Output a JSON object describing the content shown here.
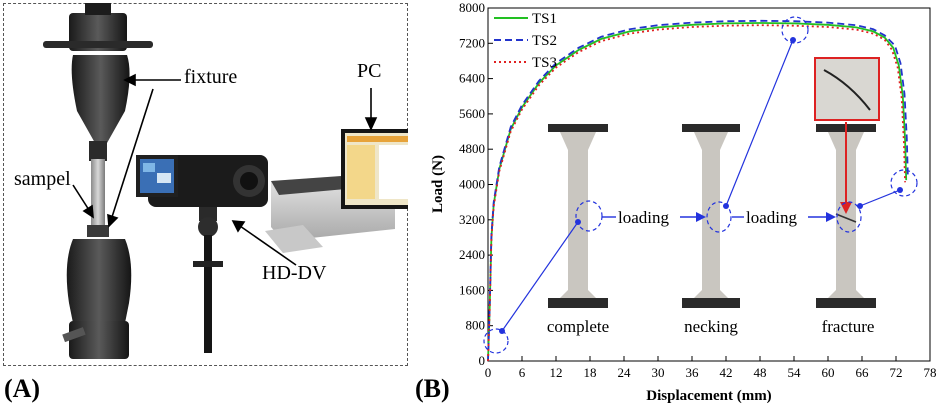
{
  "panel_a": {
    "letter": "(A)",
    "labels": {
      "fixture": "fixture",
      "sample": "sampel",
      "camera": "HD-DV",
      "pc": "PC"
    }
  },
  "panel_b": {
    "letter": "(B)"
  },
  "chart_data": {
    "type": "line",
    "xlabel": "Displacement (mm)",
    "ylabel": "Load (N)",
    "xlim": [
      0,
      78
    ],
    "ylim": [
      0,
      8000
    ],
    "xticks": [
      0,
      6,
      12,
      18,
      24,
      30,
      36,
      42,
      48,
      54,
      60,
      66,
      72,
      78
    ],
    "yticks": [
      0,
      800,
      1600,
      2400,
      3200,
      4000,
      4800,
      5600,
      6400,
      7200,
      8000
    ],
    "legend_position": "top-left",
    "series": [
      {
        "name": "TS1",
        "color": "#22c022",
        "dash": "solid",
        "x": [
          0,
          0.3,
          0.6,
          1,
          2,
          4,
          6,
          9,
          12,
          16,
          20,
          25,
          30,
          36,
          42,
          48,
          54,
          60,
          65,
          68,
          70,
          71.5,
          72.5,
          73.2,
          73.6,
          73.8
        ],
        "y": [
          0,
          1200,
          2800,
          3550,
          4350,
          5250,
          5750,
          6300,
          6700,
          7050,
          7300,
          7470,
          7560,
          7620,
          7650,
          7660,
          7650,
          7620,
          7560,
          7470,
          7330,
          7100,
          6700,
          6000,
          5000,
          4100
        ]
      },
      {
        "name": "TS2",
        "color": "#2233cc",
        "dash": "dashed",
        "x": [
          0,
          0.3,
          0.6,
          1,
          2,
          4,
          6,
          9,
          12,
          16,
          20,
          25,
          30,
          36,
          42,
          48,
          54,
          60,
          65,
          68,
          70,
          71.8,
          72.8,
          73.5,
          73.9,
          74.1
        ],
        "y": [
          0,
          1250,
          2850,
          3600,
          4400,
          5300,
          5800,
          6350,
          6750,
          7100,
          7350,
          7520,
          7610,
          7670,
          7700,
          7710,
          7700,
          7670,
          7610,
          7520,
          7380,
          7150,
          6750,
          6050,
          5050,
          4150
        ]
      },
      {
        "name": "TS3",
        "color": "#e02020",
        "dash": "dotted",
        "x": [
          0,
          0.3,
          0.6,
          1,
          2,
          4,
          6,
          9,
          12,
          16,
          20,
          25,
          30,
          36,
          42,
          48,
          54,
          60,
          65,
          68,
          70,
          71.3,
          72.3,
          73,
          73.4,
          73.6
        ],
        "y": [
          0,
          1150,
          2750,
          3500,
          4300,
          5200,
          5700,
          6250,
          6650,
          7000,
          7250,
          7420,
          7510,
          7570,
          7600,
          7610,
          7600,
          7570,
          7510,
          7420,
          7280,
          7050,
          6650,
          5950,
          4950,
          4050
        ]
      }
    ],
    "annotations": {
      "stage_labels": [
        "complete",
        "necking",
        "fracture"
      ],
      "arrows": [
        "loading",
        "loading"
      ]
    }
  }
}
